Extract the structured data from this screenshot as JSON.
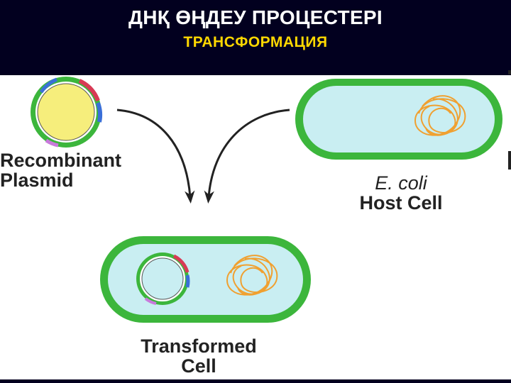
{
  "header": {
    "title": "ДНҚ ӨҢДЕУ ПРОЦЕСТЕРІ",
    "subtitle": "ТРАНСФОРМАЦИЯ"
  },
  "labels": {
    "plasmid_line1": "Recombinant",
    "plasmid_line2": "Plasmid",
    "host_line1": "E. coli",
    "host_line2": "Host Cell",
    "transformed_line1": "Transformed",
    "transformed_line2": "Cell"
  },
  "colors": {
    "header_bg": "#02001f",
    "title": "#ffffff",
    "subtitle": "#ffd800",
    "cell_wall": "#3cb63c",
    "cytoplasm": "#c9eef2",
    "plasmid_fill": "#f6ee7c",
    "dna": "#f0a030"
  }
}
